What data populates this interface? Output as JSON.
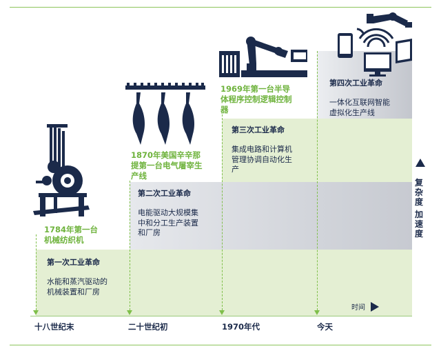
{
  "milestones": [
    {
      "label": "1784年第一台\n机械纺织机",
      "era": "十八世纪末",
      "revolution": "第一次工业革命",
      "description": "水能和蒸汽驱动的\n机械装置和厂房"
    },
    {
      "label": "1870年美国辛辛那\n提第一台电气屠宰生\n产线",
      "era": "二十世纪初",
      "revolution": "第二次工业革命",
      "description": "电能驱动大规模集\n中和分工生产装置\n和厂房"
    },
    {
      "label": "1969年第一台半导\n体程序控制逻辑控制\n器",
      "era": "1970年代",
      "revolution": "第三次工业革命",
      "description": "集成电路和计算机\n管理协调自动化生\n产"
    },
    {
      "label": "",
      "era": "今天",
      "revolution": "第四次工业革命",
      "description": "一体化互联网智能\n虚拟化生产线"
    }
  ],
  "axis": {
    "time_label": "时间",
    "complexity_label": "复杂度",
    "speed_label": "加速度"
  },
  "colors": {
    "accent_green": "#7fbf4a",
    "light_green": "#e4efd3",
    "gray_band": "#c9ccd2",
    "navy": "#1b2a4a"
  },
  "icons": [
    "loom-icon",
    "slaughter-line-icon",
    "robot-arm-plc-icon",
    "smart-devices-icon",
    "up-triangle-icon",
    "time-arrow-icon"
  ]
}
